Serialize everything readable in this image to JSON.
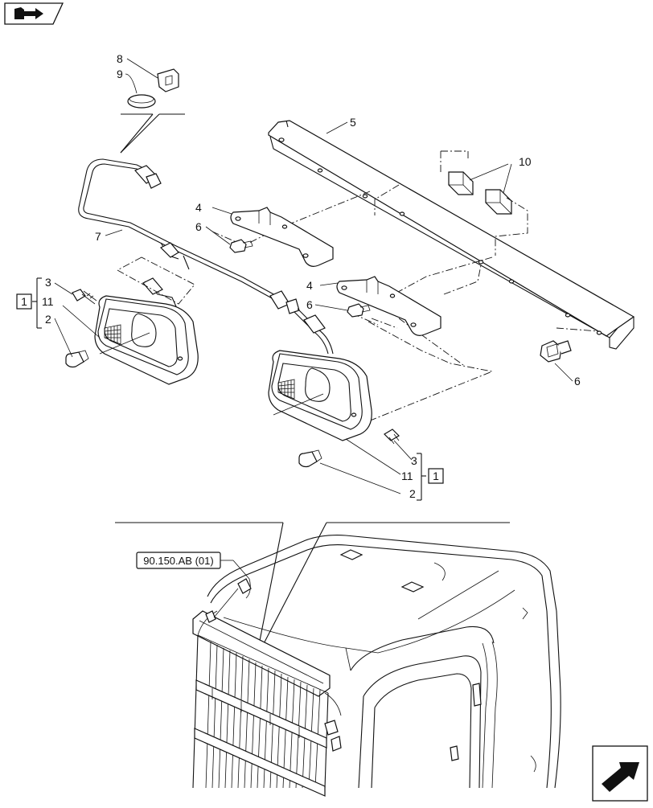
{
  "nav": {
    "top_left_icon": "book-with-arrow-icon",
    "bottom_right_icon": "next-page-arrow-icon"
  },
  "callouts": {
    "c1": "1",
    "c2": "2",
    "c3": "3",
    "c4": "4",
    "c5": "5",
    "c6": "6",
    "c7": "7",
    "c8": "8",
    "c9": "9",
    "c10": "10",
    "c11": "11"
  },
  "kit_label": "1",
  "cross_reference": "90.150.AB (01)"
}
